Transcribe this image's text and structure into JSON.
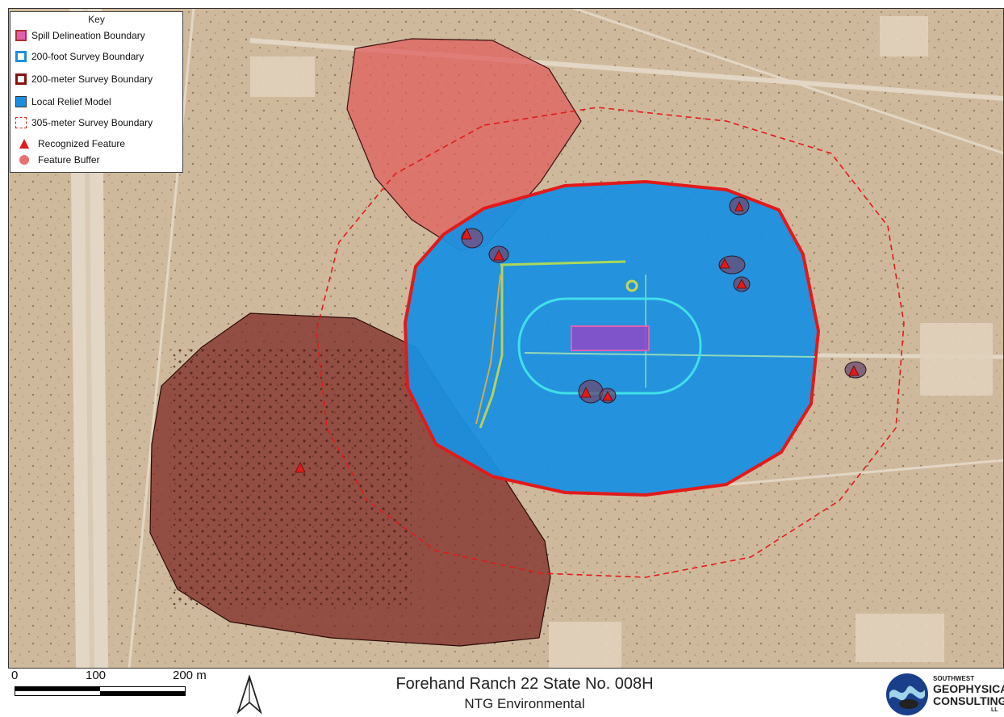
{
  "legend": {
    "title": "Key",
    "items": [
      {
        "label": "Spill Delineation Boundary",
        "icon": "pink-filled-square"
      },
      {
        "label": "200-foot Survey Boundary",
        "icon": "cyan-outline-square"
      },
      {
        "label": "200-meter Survey Boundary",
        "icon": "red-outline-square"
      },
      {
        "label": "Local Relief Model",
        "icon": "blue-filled-square"
      },
      {
        "label": "305-meter Survey Boundary",
        "icon": "red-dashed-square"
      },
      {
        "label": "Recognized Feature",
        "icon": "red-triangle"
      },
      {
        "label": "Feature Buffer",
        "icon": "red-circle"
      }
    ]
  },
  "scale": {
    "labels": [
      "0",
      "100",
      "200 m"
    ]
  },
  "title": {
    "line1": "Forehand Ranch 22 State No. 008H",
    "line2": "NTG Environmental"
  },
  "logo": {
    "line1": "SOUTHWEST",
    "line2": "GEOPHYSICA",
    "line3": "CONSULTING",
    "line4": "LL"
  },
  "colors": {
    "spill": "#e060b0",
    "survey_200ft": "#3fe0e8",
    "survey_200m": "#e21a1a",
    "relief_model": "#1a8fe0",
    "survey_305m": "#e21a1a",
    "feature": "#e21a1a",
    "buffer": "#e87070",
    "terrain": "#cdb79a"
  }
}
